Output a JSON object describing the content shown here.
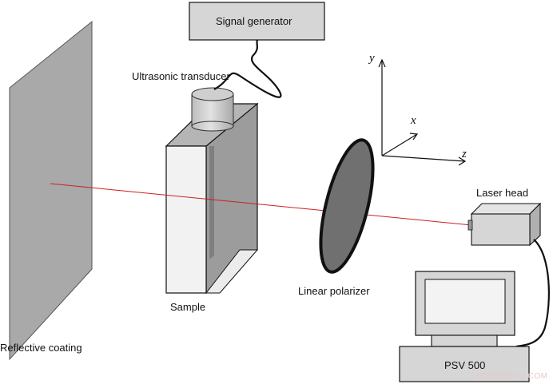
{
  "labels": {
    "signal_generator": "Signal generator",
    "ultrasonic_transducer": "Ultrasonic transducer",
    "reflective_coating": "Reflective coating",
    "sample": "Sample",
    "linear_polarizer": "Linear polarizer",
    "laser_head": "Laser head",
    "psv": "PSV 500"
  },
  "axes": {
    "y": "y",
    "x": "x",
    "z": "z"
  },
  "watermark": "SCIENCEAQ.COM",
  "colors": {
    "laser_beam": "#cc1f1f",
    "coating": "#a9a9a9",
    "sample_front": "#f2f2f2",
    "sample_side": "#9c9c9c",
    "polarizer": "#707070",
    "device_body": "#d6d6d6",
    "outline": "#111111"
  }
}
